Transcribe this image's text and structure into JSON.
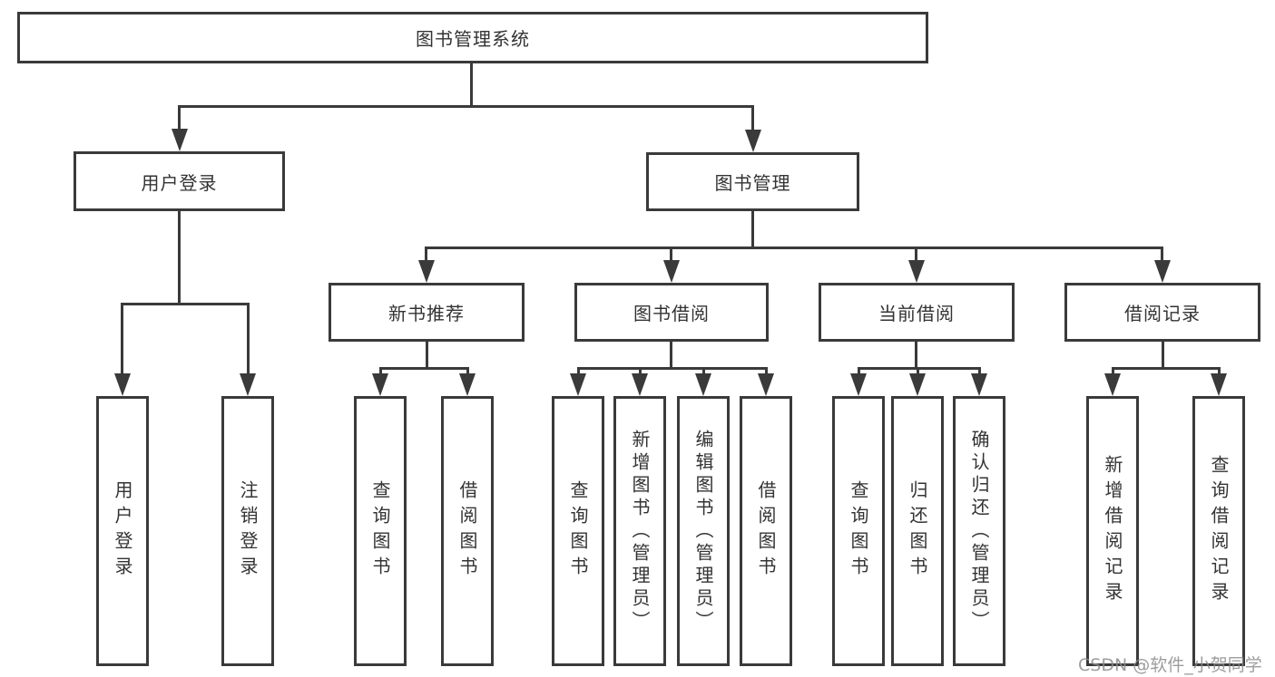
{
  "diagram": {
    "root": {
      "label": "图书管理系统"
    },
    "branches": [
      {
        "label": "用户登录",
        "children": [
          {
            "label": "用户登录"
          },
          {
            "label": "注销登录"
          }
        ]
      },
      {
        "label": "图书管理",
        "children": [
          {
            "label": "新书推荐",
            "children": [
              {
                "label": "查询图书"
              },
              {
                "label": "借阅图书"
              }
            ]
          },
          {
            "label": "图书借阅",
            "children": [
              {
                "label": "查询图书"
              },
              {
                "label": "新增图书（管理员）"
              },
              {
                "label": "编辑图书（管理员）"
              },
              {
                "label": "借阅图书"
              }
            ]
          },
          {
            "label": "当前借阅",
            "children": [
              {
                "label": "查询图书"
              },
              {
                "label": "归还图书"
              },
              {
                "label": "确认归还（管理员）"
              }
            ]
          },
          {
            "label": "借阅记录",
            "children": [
              {
                "label": "新增借阅记录"
              },
              {
                "label": "查询借阅记录"
              }
            ]
          }
        ]
      }
    ]
  },
  "watermark": {
    "text": "CSDN @软件_小贺同学"
  },
  "colors": {
    "line": "#3a3a3a",
    "text": "#333333",
    "watermark": "#8c8c8c",
    "background": "#ffffff"
  }
}
